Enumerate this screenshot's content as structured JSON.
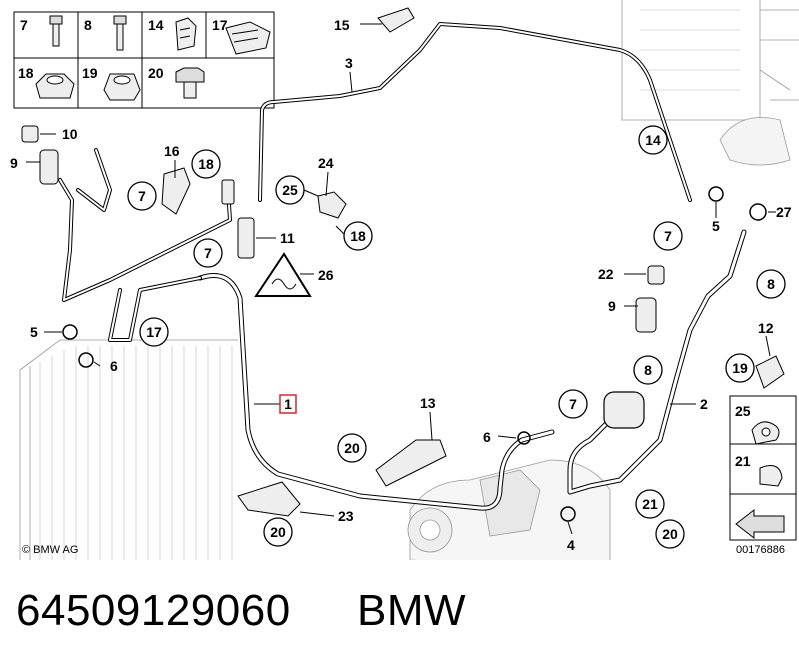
{
  "header": {
    "part_number": "64509129060",
    "brand": "BMW"
  },
  "diagram": {
    "copyright": "© BMW AG",
    "drawing_id": "00176886",
    "highlighted_callout": "1",
    "colors": {
      "line": "#000000",
      "highlight": "#d9262c",
      "background": "#ffffff"
    },
    "fastener_panel": [
      "7",
      "8",
      "14",
      "17",
      "18",
      "19",
      "20"
    ],
    "legend_panel": [
      "25",
      "21"
    ],
    "plain_callouts": [
      "15",
      "3",
      "10",
      "9",
      "16",
      "24",
      "11",
      "26",
      "5",
      "6",
      "13",
      "6",
      "23",
      "4",
      "2",
      "12",
      "22",
      "9",
      "5",
      "27"
    ],
    "circled_callouts": [
      "14",
      "7",
      "18",
      "25",
      "18",
      "7",
      "17",
      "20",
      "7",
      "20",
      "7",
      "8",
      "8",
      "19",
      "21",
      "20"
    ]
  }
}
